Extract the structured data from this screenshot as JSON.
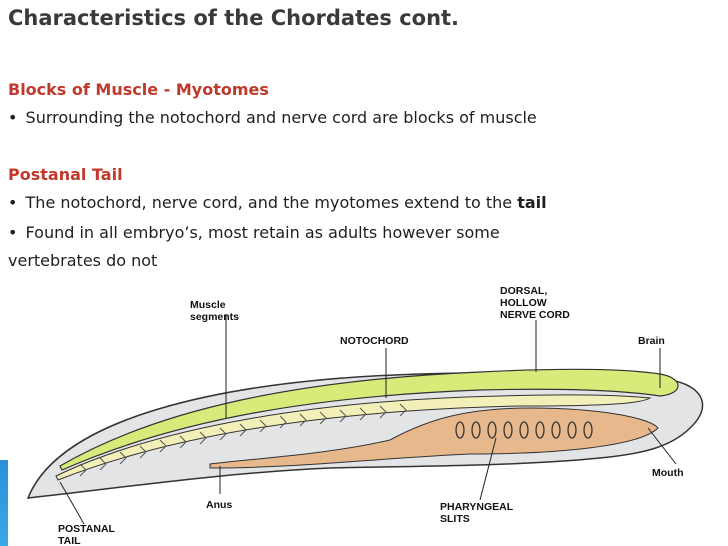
{
  "title": "Characteristics of the Chordates cont.",
  "sections": [
    {
      "heading": "Blocks of Muscle - Myotomes",
      "bullets": [
        "Surrounding the notochord and nerve cord are blocks of muscle"
      ]
    },
    {
      "heading": "Postanal Tail",
      "bullets": [
        "The notochord, nerve cord, and the myotomes extend to the ",
        "Found in all embryo’s, most retain as adults however some"
      ],
      "bullet1_bold": "tail",
      "bullet2_continuation": "vertebrates do not"
    }
  ],
  "bullet_glyph": "•",
  "diagram": {
    "labels": {
      "muscle_segments_1": "Muscle",
      "muscle_segments_2": "segments",
      "dorsal_1": "DORSAL,",
      "dorsal_2": "HOLLOW",
      "dorsal_3": "NERVE CORD",
      "notochord": "NOTOCHORD",
      "brain": "Brain",
      "mouth": "Mouth",
      "anus": "Anus",
      "pharyngeal_1": "PHARYNGEAL",
      "pharyngeal_2": "SLITS",
      "postanal_1": "POSTANAL",
      "postanal_2": "TAIL"
    },
    "colors": {
      "nerve_cord": "#d7ea7a",
      "notochord": "#f3efb9",
      "gut": "#e7b88c",
      "body": "#e3e4e6",
      "outline": "#333333"
    }
  }
}
